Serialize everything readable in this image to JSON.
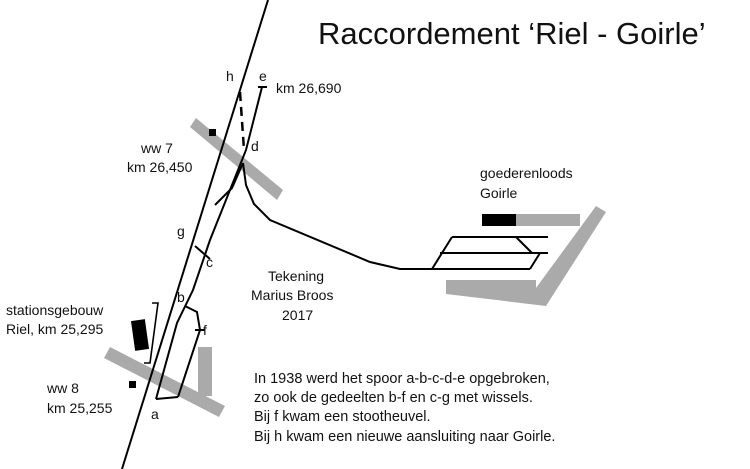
{
  "title": "Raccordement ‘Riel - Goirle’",
  "points": {
    "a": "a",
    "b": "b",
    "c": "c",
    "d": "d",
    "e": "e",
    "f": "f",
    "g": "g",
    "h": "h"
  },
  "km_e": "km 26,690",
  "ww7": {
    "line1": "ww 7",
    "line2": "km 26,450"
  },
  "ww8": {
    "line1": "ww 8",
    "line2": "km 25,255"
  },
  "station": {
    "line1": "stationsgebouw",
    "line2": "Riel, km 25,295"
  },
  "goods": {
    "line1": "goederenloods",
    "line2": "Goirle"
  },
  "credit": {
    "line1": "Tekening",
    "line2": "Marius Broos",
    "line3": "2017"
  },
  "notes": [
    "In 1938 werd het spoor a-b-c-d-e opgebroken,",
    "zo ook de gedeelten b-f en c-g met wissels.",
    "Bij f kwam een stootheuvel.",
    "Bij h kwam een nieuwe aansluiting naar Goirle."
  ],
  "colors": {
    "road": "#aaaaaa",
    "track": "#000000",
    "building": "#000000"
  }
}
